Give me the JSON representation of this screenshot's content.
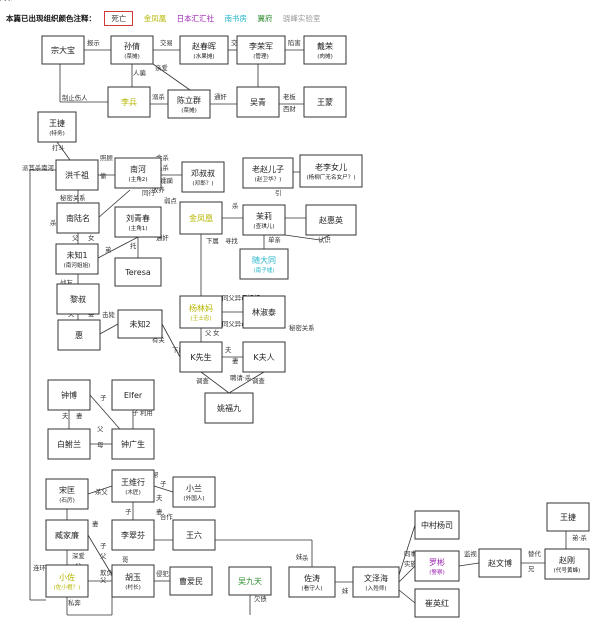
{
  "legend": {
    "title": "本篇已出现组织颜色注释：",
    "items": [
      {
        "label": "死亡",
        "color": "#333333",
        "style": "dead"
      },
      {
        "label": "金凤凰",
        "color": "#b5b500"
      },
      {
        "label": "日本汇汇社",
        "color": "#9b1fb0"
      },
      {
        "label": "南书房",
        "color": "#1fb5c9"
      },
      {
        "label": "翼府",
        "color": "#2e8b2e"
      },
      {
        "label": "骁峰实验室",
        "color": "#999999"
      }
    ]
  },
  "colors": {
    "default_border": "#333333",
    "dead_border": "#d23a3a",
    "jinfenghuang": "#b5b500",
    "riben": "#9b1fb0",
    "nanshufang": "#1fb5c9",
    "jifu": "#2e8b2e",
    "lab": "#999999"
  },
  "nodes": [
    {
      "id": "zongdabao",
      "name": "宗大宝",
      "sub": ""
    },
    {
      "id": "sunqian",
      "name": "孙倩",
      "sub": "(菜摊)"
    },
    {
      "id": "zhaochunhui",
      "name": "赵春晖",
      "sub": "(水果摊)"
    },
    {
      "id": "lirongjun",
      "name": "李荣军",
      "sub": "(管理)"
    },
    {
      "id": "dairong",
      "name": "戴荣",
      "sub": "(肉摊)"
    },
    {
      "id": "libing",
      "name": "李兵",
      "sub": ""
    },
    {
      "id": "chenliqun",
      "name": "陈立群",
      "sub": "(菜摊)"
    },
    {
      "id": "wuqing",
      "name": "吴青",
      "sub": ""
    },
    {
      "id": "wangmeng",
      "name": "王蒙",
      "sub": ""
    },
    {
      "id": "wangjie_top",
      "name": "王捷",
      "sub": "(特务)"
    },
    {
      "id": "hongqianzu",
      "name": "洪千祖",
      "sub": ""
    },
    {
      "id": "nanhe",
      "name": "南河",
      "sub": "(主角2)"
    },
    {
      "id": "dengshushu",
      "name": "邓叔叔",
      "sub": "(邓郎？)"
    },
    {
      "id": "laozhaoerzi",
      "name": "老赵儿子",
      "sub": "(赵卫华？)"
    },
    {
      "id": "laolinv",
      "name": "老李女儿",
      "sub": "(杨柳厂无名女尸？)"
    },
    {
      "id": "nanlumin",
      "name": "南陆名",
      "sub": ""
    },
    {
      "id": "liuqingchun",
      "name": "刘青春",
      "sub": "(主角1)"
    },
    {
      "id": "jinfenghuang",
      "name": "金凤凰",
      "sub": ""
    },
    {
      "id": "moli",
      "name": "茉莉",
      "sub": "(查琪儿)"
    },
    {
      "id": "zhaohuiying",
      "name": "赵惠英",
      "sub": ""
    },
    {
      "id": "weizhi1",
      "name": "未知1",
      "sub": "(南河姐姐)"
    },
    {
      "id": "teresa",
      "name": "Teresa",
      "sub": ""
    },
    {
      "id": "suidatong",
      "name": "随大同",
      "sub": "(南子墟)"
    },
    {
      "id": "lishu",
      "name": "黎叔",
      "sub": ""
    },
    {
      "id": "yangsanjie",
      "name": "杨林妈",
      "sub": "(王士忠)"
    },
    {
      "id": "weizhi2",
      "name": "未知2",
      "sub": ""
    },
    {
      "id": "linshutai",
      "name": "林淑泰",
      "sub": ""
    },
    {
      "id": "hui",
      "name": "惠",
      "sub": ""
    },
    {
      "id": "kxiansheng",
      "name": "K先生",
      "sub": ""
    },
    {
      "id": "kfuren",
      "name": "K夫人",
      "sub": ""
    },
    {
      "id": "yaofujiu",
      "name": "姚福九",
      "sub": ""
    },
    {
      "id": "zhongbo",
      "name": "钟博",
      "sub": ""
    },
    {
      "id": "elfer",
      "name": "Elfer",
      "sub": ""
    },
    {
      "id": "baixulan",
      "name": "白鲋兰",
      "sub": ""
    },
    {
      "id": "zhongguangsheng",
      "name": "钟广生",
      "sub": ""
    },
    {
      "id": "songkuang",
      "name": "宋匡",
      "sub": "(石厉)"
    },
    {
      "id": "wangweixing",
      "name": "王维行",
      "sub": "(木匠)"
    },
    {
      "id": "xiaolan",
      "name": "小兰",
      "sub": "(外国人)"
    },
    {
      "id": "zangjialian",
      "name": "臧家廉",
      "sub": ""
    },
    {
      "id": "licuifen",
      "name": "李翠芬",
      "sub": ""
    },
    {
      "id": "wangliu",
      "name": "王六",
      "sub": ""
    },
    {
      "id": "xiaoji",
      "name": "小佐",
      "sub": "(佐小橙？)"
    },
    {
      "id": "huyu",
      "name": "胡玉",
      "sub": "(村长)"
    },
    {
      "id": "caoaimin",
      "name": "曹爱民",
      "sub": ""
    },
    {
      "id": "wujiutian",
      "name": "吴九天",
      "sub": ""
    },
    {
      "id": "zuotao",
      "name": "佐涛",
      "sub": "(看守人)"
    },
    {
      "id": "wenzehai",
      "name": "文泽海",
      "sub": "(入殓师)"
    },
    {
      "id": "zhongcunyangsi",
      "name": "中村杨司",
      "sub": ""
    },
    {
      "id": "luobin",
      "name": "罗彬",
      "sub": "(警察)"
    },
    {
      "id": "cuiyinghong",
      "name": "崔英红",
      "sub": ""
    },
    {
      "id": "zhaowenbo",
      "name": "赵文博",
      "sub": ""
    },
    {
      "id": "zhaogang",
      "name": "赵刚",
      "sub": "(代号黄蜂)"
    },
    {
      "id": "wangjie_right",
      "name": "王捷",
      "sub": ""
    }
  ],
  "edge_labels": [
    "报示",
    "交易",
    "交易",
    "陷害",
    "人骗",
    "亲爱",
    "制止伤人",
    "溺杀",
    "通奸",
    "老板",
    "西财",
    "打斗",
    "派其杀南河",
    "照顾",
    "同行",
    "偷",
    "金杀",
    "追杀",
    "蹂躏",
    "收养",
    "弱点",
    "秘密关系",
    "杀",
    "父",
    "女",
    "弟",
    "托",
    "同行",
    "通奸",
    "杀",
    "杀",
    "引",
    "单亲",
    "认识",
    "下属",
    "寻找",
    "战友",
    "夫",
    "妻",
    "击毙",
    "有关",
    "同父异母姐姐",
    "同父异母姐妹",
    "秘密关系",
    "父",
    "女",
    "下属",
    "夫",
    "妻",
    "调查",
    "聘请·杀",
    "调查",
    "子",
    "夫",
    "妻",
    "父",
    "母",
    "子",
    "利用",
    "帮",
    "子",
    "杀父",
    "夫",
    "妻",
    "合作",
    "子",
    "妻",
    "深爱",
    "子",
    "父",
    "私奔",
    "父",
    "妹",
    "欺负",
    "哥",
    "侵犯",
    "连环杀手",
    "父",
    "欠债",
    "杀",
    "妹",
    "同事",
    "实施",
    "监视",
    "替代",
    "兄",
    "弟·杀",
    "同事"
  ]
}
